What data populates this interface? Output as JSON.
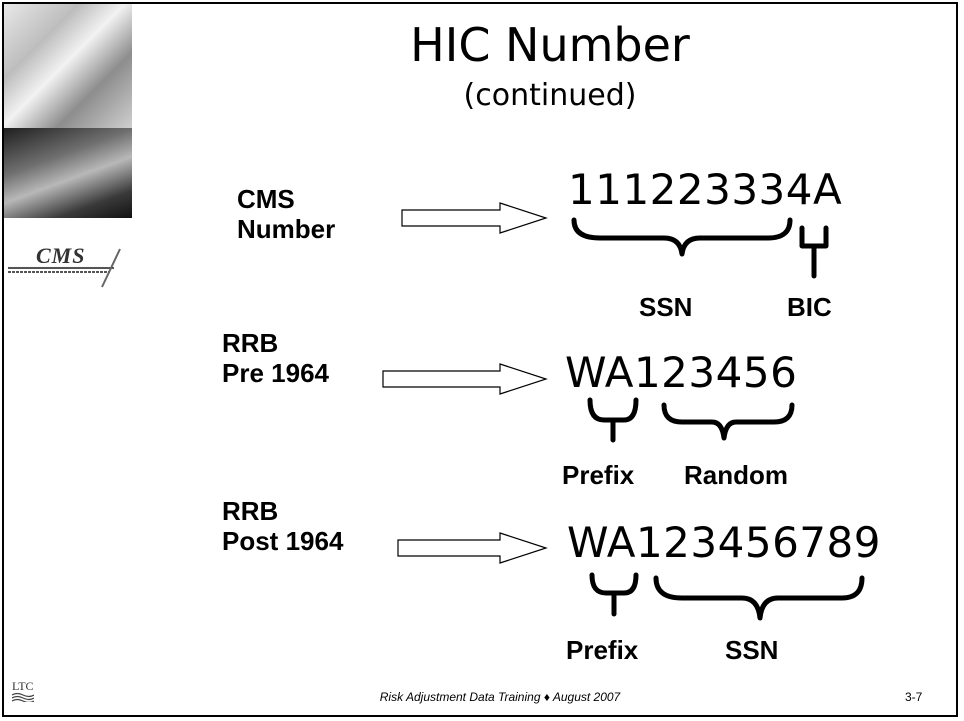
{
  "slide": {
    "title": "HIC Number",
    "subtitle": "(continued)",
    "logo_text": "CMS",
    "corner_logo": "LTC",
    "footer": "Risk Adjustment Data Training ♦ August 2007",
    "page_number": "3-7"
  },
  "rows": [
    {
      "label_line1": "CMS",
      "label_line2": "Number",
      "number": "111223334A",
      "part1": "SSN",
      "part2": "BIC"
    },
    {
      "label_line1": "RRB",
      "label_line2": "Pre 1964",
      "number": "WA123456",
      "part1": "Prefix",
      "part2": "Random"
    },
    {
      "label_line1": "RRB",
      "label_line2": "Post 1964",
      "number": "WA123456789",
      "part1": "Prefix",
      "part2": "SSN"
    }
  ]
}
